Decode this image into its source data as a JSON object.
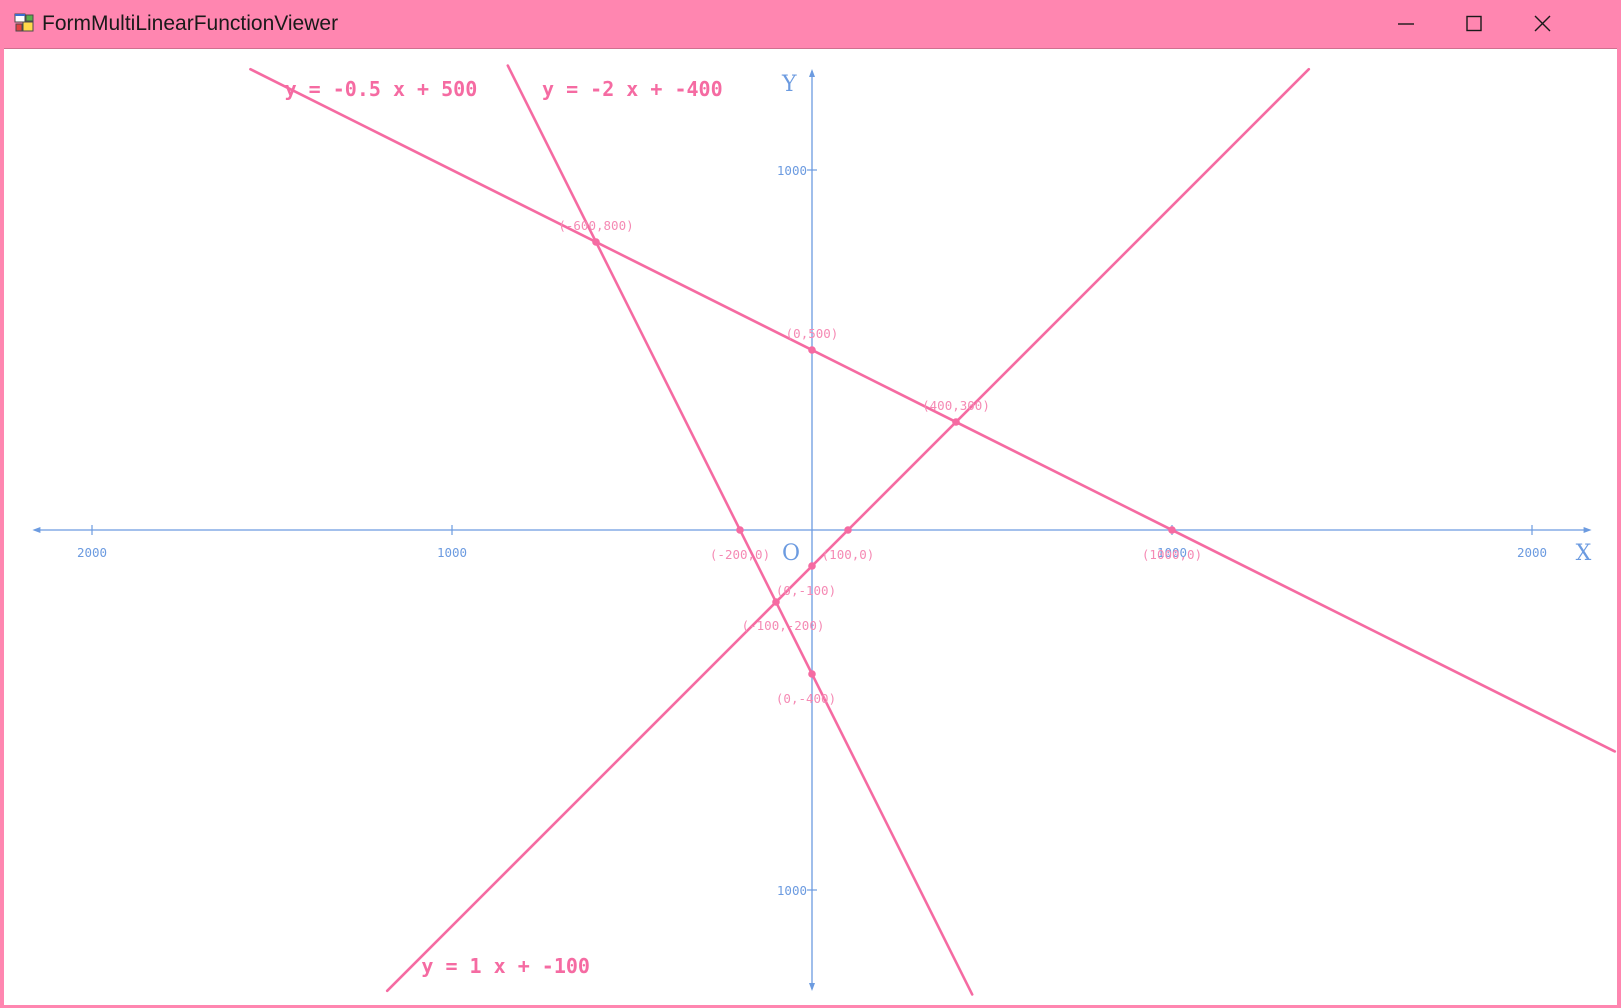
{
  "window": {
    "title": "FormMultiLinearFunctionViewer",
    "icon": "app-form-icon",
    "controls": [
      "minimize-icon",
      "maximize-icon",
      "close-icon"
    ],
    "titlebar_color": "#ff86b0"
  },
  "chart_data": {
    "type": "line",
    "xlabel": "X",
    "ylabel": "Y",
    "origin_label": "O",
    "xlim": [
      -2160,
      2160
    ],
    "ylim": [
      -1275,
      1275
    ],
    "x_ticks": [
      {
        "value": -2000,
        "label": "2000"
      },
      {
        "value": -1000,
        "label": "1000"
      },
      {
        "value": 1000,
        "label": "1000"
      },
      {
        "value": 2000,
        "label": "2000"
      }
    ],
    "y_ticks": [
      {
        "value": 1000,
        "label": "1000"
      },
      {
        "value": -1000,
        "label": "1000"
      }
    ],
    "grid": false,
    "axis_color": "#6c9be0",
    "series_color": "#f56ba2",
    "series": [
      {
        "label": "y = -0.5 x + 500",
        "slope": -0.5,
        "intercept": 500,
        "x_range": [
          -1560,
          2230
        ],
        "label_anchor": [
          -1465,
          1205
        ]
      },
      {
        "label": "y = -2 x + -400",
        "slope": -2,
        "intercept": -400,
        "x_range": [
          -845,
          445
        ],
        "label_anchor": [
          -750,
          1205
        ]
      },
      {
        "label": "y = 1 x + -100",
        "slope": 1,
        "intercept": -100,
        "x_range": [
          -1180,
          1380
        ],
        "label_anchor": [
          -1085,
          -1230
        ]
      }
    ],
    "points": [
      {
        "x": -600,
        "y": 800,
        "label": "(-600,800)"
      },
      {
        "x": 0,
        "y": 500,
        "label": "(0,500)"
      },
      {
        "x": 400,
        "y": 300,
        "label": "(400,300)"
      },
      {
        "x": -200,
        "y": 0,
        "label": "(-200,0)"
      },
      {
        "x": 100,
        "y": 0,
        "label": "(100,0)"
      },
      {
        "x": 1000,
        "y": 0,
        "label": "(1000,0)"
      },
      {
        "x": 0,
        "y": -100,
        "label": "(0,-100)"
      },
      {
        "x": -100,
        "y": -200,
        "label": "(-100,-200)"
      },
      {
        "x": 0,
        "y": -400,
        "label": "(0,-400)"
      }
    ]
  }
}
